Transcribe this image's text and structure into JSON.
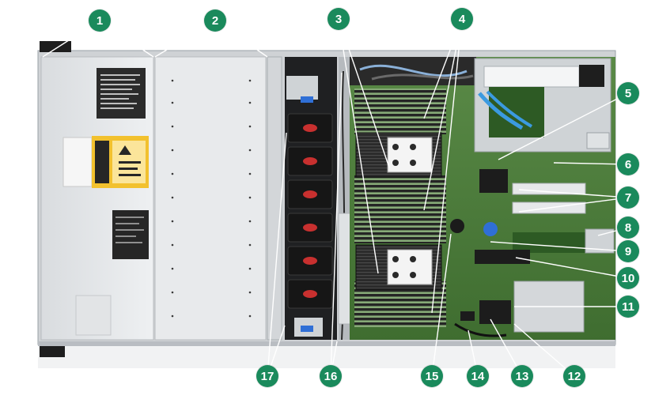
{
  "colors": {
    "callout_fill": "#1a8a5c",
    "callout_text": "#ffffff",
    "leader_line": "#ffffff",
    "chassis": "#e7e9ec",
    "fan_housing": "#1c1c1e",
    "fan_accent": "#c8302f",
    "motherboard": "#4f7d3c",
    "heatsink": "#1a1a1a",
    "latch_blue": "#2f6fd6"
  },
  "callouts": [
    {
      "id": "1",
      "label": "1"
    },
    {
      "id": "2",
      "label": "2"
    },
    {
      "id": "3",
      "label": "3"
    },
    {
      "id": "4",
      "label": "4"
    },
    {
      "id": "5",
      "label": "5"
    },
    {
      "id": "6",
      "label": "6"
    },
    {
      "id": "7",
      "label": "7"
    },
    {
      "id": "8",
      "label": "8"
    },
    {
      "id": "9",
      "label": "9"
    },
    {
      "id": "10",
      "label": "10"
    },
    {
      "id": "11",
      "label": "11"
    },
    {
      "id": "12",
      "label": "12"
    },
    {
      "id": "13",
      "label": "13"
    },
    {
      "id": "14",
      "label": "14"
    },
    {
      "id": "15",
      "label": "15"
    },
    {
      "id": "16",
      "label": "16"
    },
    {
      "id": "17",
      "label": "17"
    }
  ],
  "icons": [
    "server-chassis-image",
    "fan-module-icon",
    "heatsink-icon",
    "dimm-slot-icon",
    "riser-cage-icon"
  ]
}
